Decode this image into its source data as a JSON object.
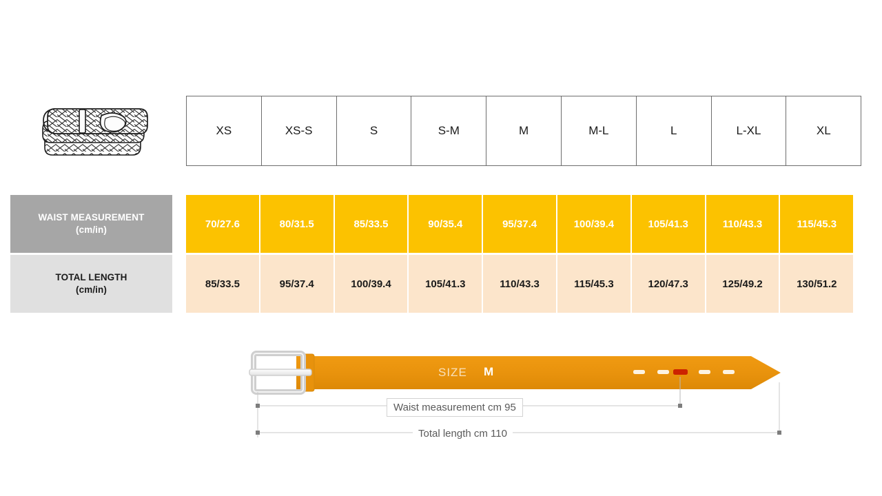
{
  "product": {
    "icon_name": "braided-belt-illustration"
  },
  "table": {
    "sizes": [
      "XS",
      "XS-S",
      "S",
      "S-M",
      "M",
      "M-L",
      "L",
      "L-XL",
      "XL"
    ],
    "rows": [
      {
        "id": "waist-measurement",
        "label_line1": "WAIST MEASUREMENT",
        "label_line2": "(cm/in)",
        "values": [
          "70/27.6",
          "80/31.5",
          "85/33.5",
          "90/35.4",
          "95/37.4",
          "100/39.4",
          "105/41.3",
          "110/43.3",
          "115/45.3"
        ]
      },
      {
        "id": "total-length",
        "label_line1": "TOTAL LENGTH",
        "label_line2": "(cm/in)",
        "values": [
          "85/33.5",
          "95/37.4",
          "100/39.4",
          "105/41.3",
          "110/43.3",
          "115/45.3",
          "120/47.3",
          "125/49.2",
          "130/51.2"
        ]
      }
    ]
  },
  "diagram": {
    "size_caption": "SIZE",
    "size_value": "M",
    "waist_dimension": "Waist measurement cm 95",
    "total_dimension": "Total length cm 110",
    "holes_total": 5,
    "highlighted_hole_index": 2
  },
  "colors": {
    "waist_row_bg": "#FCC200",
    "total_row_bg": "#FCE5CB",
    "waist_label_bg": "#A6A6A6",
    "total_label_bg": "#E0E0E0",
    "belt_body": "#E8920C",
    "belt_highlight_hole": "#CC2200",
    "table_border": "#6D6D6D",
    "page_bg": "#FFFFFF"
  }
}
